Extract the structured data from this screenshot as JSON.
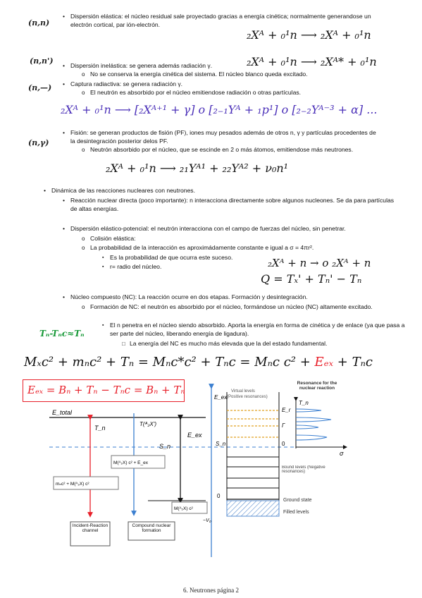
{
  "side_notes": {
    "n1": "(n,n)",
    "n2": "(n,n')",
    "n3": "(n,—)",
    "n4": "(n,γ)",
    "green": "Tₙ-Tₙc≈Tₙ"
  },
  "bullets": {
    "b1": "Dispersión elástica: el núcleo residual sale proyectado gracias a energía cinética; normalmente generandose un electrón cortical, par ión-electrón.",
    "b2": "Dispersión inelástica: se genera además radiación γ.",
    "b2a": "No se conserva la energía cinética del sistema. El núcleo blanco queda excitado.",
    "b3": "Captura radiactiva: se genera radiación γ.",
    "b3a": "El neutrón es absorbido por el núcleo emitiendose radiación o otras partículas.",
    "b4": "Fisión: se generan productos de fisión (PF), iones muy pesados además de otros n, γ y partículas procedentes de la desintegración posterior delos PF.",
    "b4a": "Neutrón absorbido por el núcleo, que se escinde en 2 o más átomos, emitiendose más neutrones.",
    "d1": "Dinámica de las reacciones nucleares con neutrones.",
    "d2": "Reacción nuclear directa (poco importante): n interacciona directamente sobre algunos nucleones. Se da para partículas de altas energías.",
    "d3": "Dispersión elástico-potencial: el neutrón interacciona con el campo de fuerzas del núcleo, sin penetrar.",
    "d3a": "Colisión elástica:",
    "d3b": "La probabilidad de la interacción es aproximádamente constante e igual a σ = 4πr².",
    "d3c": "Es la probabilidad de que ocurra este suceso.",
    "d3d": "r= radio del núcleo.",
    "d4": "Núcleo compuesto (NC): La reacción ocurre en dos etapas. Formación y desintegración.",
    "d4a": "Formación de NC: el neutrón es absorbido por el núcleo, formándose un núcleo (NC) altamente excitado.",
    "d4b": "El n penetra en el núcleo siendo absorbido. Aporta la energía en forma de cinética y de enlace (ya que pasa a ser parte del núcleo, liberando energía de ligadura).",
    "d4c": "La energía del NC es mucho más elevada que la del estado fundamental."
  },
  "equations": {
    "e1": "₂Xᴬ + ₀¹n ⟶ ₂Xᴬ + ₀¹n",
    "e2": "₂Xᴬ + ₀¹n ⟶ ₂Xᴬ* + ₀¹n",
    "e3": "₂Xᴬ + ₀¹n ⟶ [₂Xᴬ⁺¹ + γ] o [₂₋₁Yᴬ + ₁p¹] o [₂₋₂Yᴬ⁻³ + α] ...",
    "e4": "₂Xᴬ + ₀¹n ⟶ ₂₁Yᴬ¹ + ₂₂Yᴬ² + ν₀n¹",
    "e5": "₂Xᴬ + n → o ₂Xᴬ + n",
    "e6": "Q = Tₓ' + Tₙ' − Tₙ",
    "e7a": "Mₓc² + mₙc² + Tₙ = Mₙc*c² + Tₙc = Mₙc c² + ",
    "e7b": "Eₑₓ",
    "e7c": " + Tₙc",
    "e8": "Eₑₓ = Bₙ + Tₙ − Tₙc = Bₙ + Tₙ"
  },
  "diagram": {
    "etotal": "E_total",
    "tn": "T_n",
    "tx": "T(ᴬ₂X')",
    "eex": "E_ex",
    "sn": "S_n",
    "box1": "M(ᴬ₂X) c² + E_ex",
    "box2": "mₙc² + M(ᴬ₂X) c²",
    "box3": "M(ᴬ₂X) c²",
    "chan1": "Incident-Reaction channel",
    "chan2": "Compound nuclear formation",
    "eex_axis": "E_ex",
    "virtual": "Virtual levels (Positive resonances)",
    "resonance": "Resonance for the nuclear reaction",
    "tn_axis": "T_n",
    "er": "E_r",
    "gamma": "Γ",
    "zero": "0",
    "sigma": "σ",
    "bound": "Bound levels (Negative resonances)",
    "ground": "Ground state",
    "filled": "Filled levels",
    "v0": "−V₀"
  },
  "footer": "6. Neutrones página 2",
  "colors": {
    "red": "#e8202a",
    "green": "#1a9a3a",
    "purple": "#6a3fc8",
    "blue": "#3b7fd0",
    "orange": "#e0a020"
  }
}
